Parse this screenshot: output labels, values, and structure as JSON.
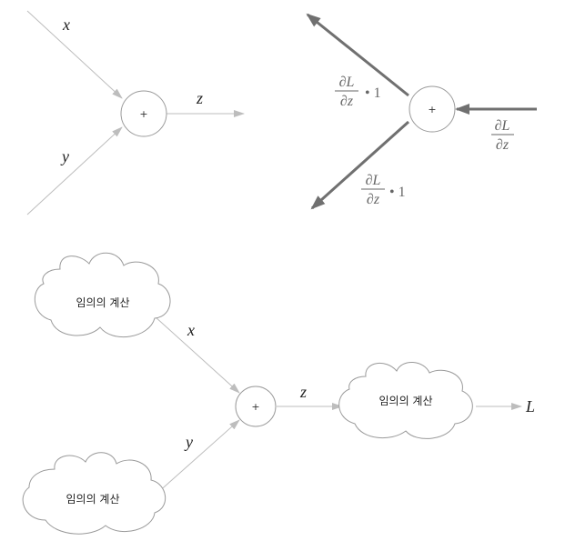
{
  "top_left": {
    "inputs": [
      "x",
      "y"
    ],
    "operator": "+",
    "output": "z"
  },
  "top_right": {
    "operator": "+",
    "upstream_grad": {
      "partial_sym": "∂",
      "num": "L",
      "den": "z"
    },
    "downstream_grads": [
      {
        "partial_sym": "∂",
        "num": "L",
        "den": "z",
        "factor": "• 1"
      },
      {
        "partial_sym": "∂",
        "num": "L",
        "den": "z",
        "factor": "• 1"
      }
    ]
  },
  "bottom": {
    "clouds": [
      "임의의 계산",
      "임의의 계산",
      "임의의 계산"
    ],
    "inputs": [
      "x",
      "y"
    ],
    "operator": "+",
    "output": "z",
    "final_output": "L"
  }
}
